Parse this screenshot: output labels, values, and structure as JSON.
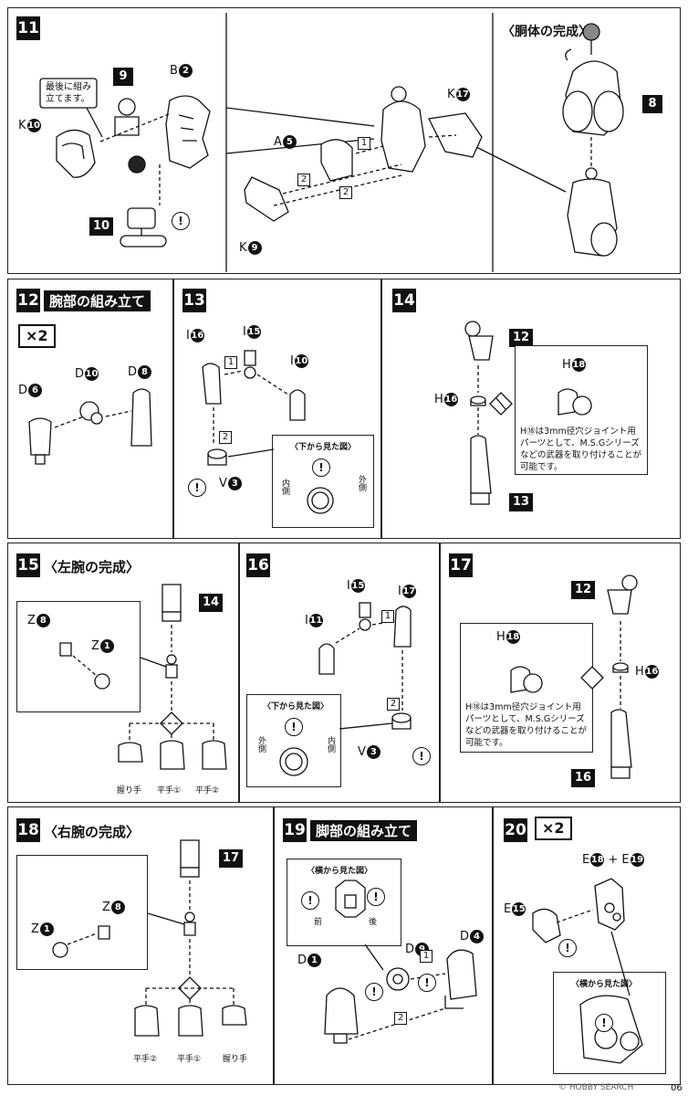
{
  "page": {
    "number": "06",
    "watermark": "© HOBBY SEARCH"
  },
  "steps": {
    "s11": {
      "num": "11",
      "subtitle": "〈胴体の完成〉",
      "bubble_line1": "最後に組み",
      "bubble_line2": "立てます。",
      "refs": {
        "r9": "9",
        "r10": "10",
        "r8": "8"
      },
      "labels": {
        "k10": "K",
        "k10n": "10",
        "b2": "B",
        "b2n": "2",
        "a5": "A",
        "a5n": "5",
        "k17": "K",
        "k17n": "17",
        "k9": "K",
        "k9n": "9"
      },
      "seq": {
        "q1": "1",
        "q2a": "2",
        "q2b": "2"
      }
    },
    "s12": {
      "num": "12",
      "title": "腕部の組み立て",
      "x2": "×2",
      "labels": {
        "d6": "D",
        "d6n": "6",
        "d10": "D",
        "d10n": "10",
        "d8": "D",
        "d8n": "8"
      }
    },
    "s13": {
      "num": "13",
      "box_title": "〈下から見た図〉",
      "inner": "内側",
      "outer": "外側",
      "labels": {
        "i16": "I",
        "i16n": "16",
        "i15": "I",
        "i15n": "15",
        "i10": "I",
        "i10n": "10",
        "v3": "V",
        "v3n": "3"
      },
      "seq": {
        "q1": "1",
        "q2": "2"
      }
    },
    "s14": {
      "num": "14",
      "refs": {
        "r12": "12",
        "r13": "13"
      },
      "labels": {
        "h16": "H",
        "h16n": "16",
        "h18": "H",
        "h18n": "18"
      },
      "note": [
        "H⑱は3mm径穴ジョイント用",
        "パーツとして、M.S.Gシリーズ",
        "などの武器を取り付けることが",
        "可能です。"
      ]
    },
    "s15": {
      "num": "15",
      "title": "〈左腕の完成〉",
      "refs": {
        "r14": "14"
      },
      "labels": {
        "z8": "Z",
        "z8n": "8",
        "z1": "Z",
        "z1n": "1"
      },
      "hands": [
        "握り手",
        "平手①",
        "平手②"
      ]
    },
    "s16": {
      "num": "16",
      "box_title": "〈下から見た図〉",
      "outer": "外側",
      "inner": "内側",
      "labels": {
        "i15": "I",
        "i15n": "15",
        "i17": "I",
        "i17n": "17",
        "i11": "I",
        "i11n": "11",
        "v3": "V",
        "v3n": "3"
      },
      "seq": {
        "q1": "1",
        "q2": "2"
      }
    },
    "s17": {
      "num": "17",
      "refs": {
        "r12": "12",
        "r16": "16"
      },
      "labels": {
        "h18": "H",
        "h18n": "18",
        "h16": "H",
        "h16n": "16"
      },
      "note": [
        "H⑱は3mm径穴ジョイント用",
        "パーツとして、M.S.Gシリーズ",
        "などの武器を取り付けることが",
        "可能です。"
      ]
    },
    "s18": {
      "num": "18",
      "title": "〈右腕の完成〉",
      "refs": {
        "r17": "17"
      },
      "labels": {
        "z1": "Z",
        "z1n": "1",
        "z8": "Z",
        "z8n": "8"
      },
      "hands": [
        "平手②",
        "平手①",
        "握り手"
      ]
    },
    "s19": {
      "num": "19",
      "title": "脚部の組み立て",
      "box_title": "〈横から見た図〉",
      "front": "前",
      "back": "後",
      "labels": {
        "d9": "D",
        "d9n": "9",
        "d4": "D",
        "d4n": "4",
        "d1": "D",
        "d1n": "1"
      },
      "seq": {
        "q1": "1",
        "q2": "2"
      }
    },
    "s20": {
      "num": "20",
      "x2": "×2",
      "box_title": "〈横から見た図〉",
      "labels": {
        "e18": "E",
        "e18n": "18",
        "plus": "+",
        "e19": "E",
        "e19n": "19",
        "e15": "E",
        "e15n": "15"
      }
    }
  }
}
